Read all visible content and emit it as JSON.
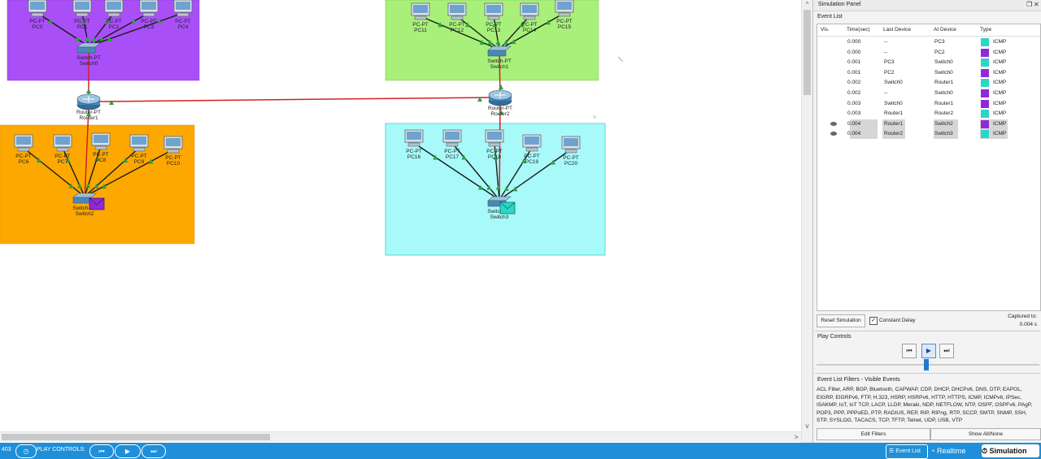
{
  "topology": {
    "clusters": [
      {
        "name": "top-left",
        "color": "#a94ff7"
      },
      {
        "name": "top-right",
        "color": "#a8f07a"
      },
      {
        "name": "bottom-left",
        "color": "#fca800"
      },
      {
        "name": "bottom-right",
        "color": "#a8fafa"
      }
    ],
    "pc_type": "PC-PT",
    "switch_type": "Switch-PT",
    "router_type": "Router-PT",
    "pcs_top_left": [
      "PC0",
      "PC1",
      "PC2",
      "PC3",
      "PC4"
    ],
    "pcs_top_right": [
      "PC11",
      "PC12",
      "PC13",
      "PC14",
      "PC15"
    ],
    "pcs_bottom_left": [
      "PC6",
      "PC7",
      "PC8",
      "PC9",
      "PC10"
    ],
    "pcs_bottom_right": [
      "PC16",
      "PC17",
      "PC18",
      "PC19",
      "PC20"
    ],
    "switches": [
      "Switch0",
      "Switch1",
      "Switch2",
      "Switch3"
    ],
    "routers": [
      "Router1",
      "Router2"
    ],
    "pdu_colors": {
      "switch2": "#8f2ad8",
      "switch3": "#2ad6c8"
    }
  },
  "sim_panel": {
    "title": "Simulation Panel",
    "event_list_label": "Event List",
    "columns": [
      "Vis.",
      "Time(sec)",
      "Last Device",
      "At Device",
      "Type"
    ],
    "events": [
      {
        "time": "0.000",
        "last": "--",
        "at": "PC3",
        "color": "#2ad6c8",
        "type": "ICMP",
        "eye": false
      },
      {
        "time": "0.000",
        "last": "--",
        "at": "PC2",
        "color": "#8f2ad8",
        "type": "ICMP",
        "eye": false
      },
      {
        "time": "0.001",
        "last": "PC3",
        "at": "Switch0",
        "color": "#2ad6c8",
        "type": "ICMP",
        "eye": false
      },
      {
        "time": "0.001",
        "last": "PC2",
        "at": "Switch0",
        "color": "#8f2ad8",
        "type": "ICMP",
        "eye": false
      },
      {
        "time": "0.002",
        "last": "Switch0",
        "at": "Router1",
        "color": "#2ad6c8",
        "type": "ICMP",
        "eye": false
      },
      {
        "time": "0.002",
        "last": "--",
        "at": "Switch0",
        "color": "#8f2ad8",
        "type": "ICMP",
        "eye": false
      },
      {
        "time": "0.003",
        "last": "Switch0",
        "at": "Router1",
        "color": "#8f2ad8",
        "type": "ICMP",
        "eye": false
      },
      {
        "time": "0.003",
        "last": "Router1",
        "at": "Router2",
        "color": "#2ad6c8",
        "type": "ICMP",
        "eye": false
      },
      {
        "time": "0.004",
        "last": "Router1",
        "at": "Switch2",
        "color": "#8f2ad8",
        "type": "ICMP",
        "eye": true
      },
      {
        "time": "0.004",
        "last": "Router2",
        "at": "Switch3",
        "color": "#2ad6c8",
        "type": "ICMP",
        "eye": true
      }
    ],
    "reset_label": "Reset Simulation",
    "constant_delay_label": "Constant Delay",
    "captured_label": "Captured to:",
    "captured_value": "0.004 s",
    "play_controls_label": "Play Controls",
    "filters_label": "Event List Filters - Visible Events",
    "filters_text": "ACL Filter, ARP, BGP, Bluetooth, CAPWAP, CDP, DHCP, DHCPv6, DNS, DTP, EAPOL, EIGRP, EIGRPv6, FTP, H.323, HSRP, HSRPv6, HTTP, HTTPS, ICMP, ICMPv6, IPSec, ISAKMP, IoT, IoT TCP, LACP, LLDP, Meraki, NDP, NETFLOW, NTP, OSPF, OSPFv6, PAgP, POP3, PPP, PPPoED, PTP, RADIUS, REP, RIP, RIPng, RTP, SCCP, SMTP, SNMP, SSH, STP, SYSLOG, TACACS, TCP, TFTP, Telnet, UDP, USB, VTP",
    "edit_filters_label": "Edit Filters",
    "show_all_label": "Show All/None"
  },
  "bottom_bar": {
    "time_partial": "403",
    "play_controls_label": "PLAY CONTROLS:",
    "event_list_btn": "Event List",
    "realtime_label": "Realtime",
    "simulation_label": "Simulation"
  }
}
